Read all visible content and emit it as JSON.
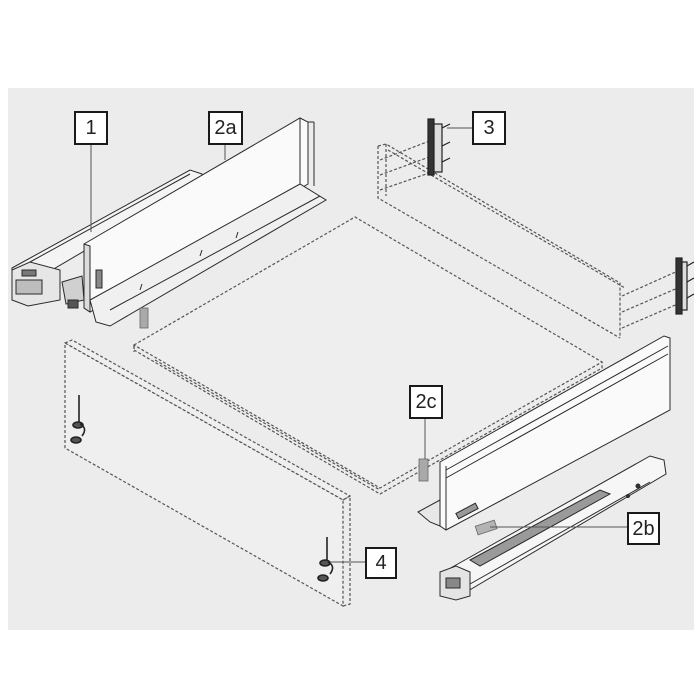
{
  "figure": {
    "description": "Exploded assembly diagram of a metal box drawer system",
    "colors": {
      "background": "#ffffff",
      "panel": "#ececec",
      "line": "#2a2a2a",
      "dashed_outline": "#555555",
      "part_fill": "#f7f7f7",
      "clip_fill": "#a9a9a9",
      "callout_border": "#1a1a1a"
    }
  },
  "callouts": [
    {
      "id": "1",
      "label": "1",
      "part": "runner-left"
    },
    {
      "id": "2a",
      "label": "2a",
      "part": "drawer-side-left"
    },
    {
      "id": "2b",
      "label": "2b",
      "part": "adhesive-label-right"
    },
    {
      "id": "2c",
      "label": "2c",
      "part": "bottom-panel-clip"
    },
    {
      "id": "3",
      "label": "3",
      "part": "back-panel-brackets"
    },
    {
      "id": "4",
      "label": "4",
      "part": "front-fixing-brackets"
    }
  ],
  "components": [
    {
      "name": "left runner",
      "callout": "1",
      "style": "solid"
    },
    {
      "name": "left drawer side",
      "callout": "2a",
      "style": "solid"
    },
    {
      "name": "right drawer side",
      "callout": null,
      "style": "solid"
    },
    {
      "name": "right runner",
      "callout": null,
      "style": "solid"
    },
    {
      "name": "drawer bottom",
      "callout": null,
      "style": "dashed"
    },
    {
      "name": "back panel",
      "callout": null,
      "style": "dashed"
    },
    {
      "name": "front panel",
      "callout": null,
      "style": "dashed"
    },
    {
      "name": "back brackets",
      "callout": "3",
      "style": "solid"
    },
    {
      "name": "front brackets",
      "callout": "4",
      "style": "solid"
    }
  ]
}
